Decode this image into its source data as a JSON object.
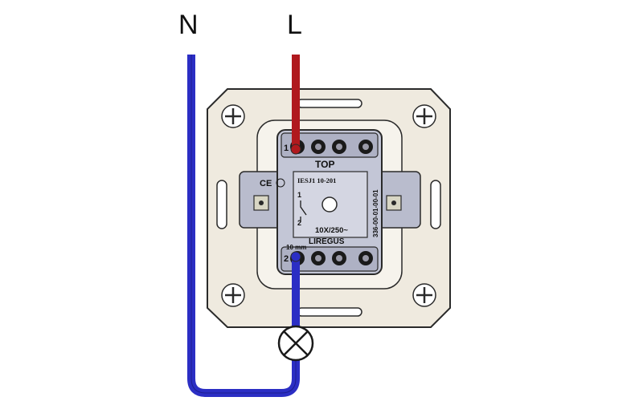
{
  "labels": {
    "neutral": "N",
    "live": "L"
  },
  "switch": {
    "top_label": "TOP",
    "model": "IESJ1 10-201",
    "rating": "10X/250~",
    "brand": "LIREGUS",
    "strip_length": "10 mm",
    "terminal_1": "1",
    "terminal_2": "2",
    "symbol_1": "1",
    "symbol_2": "2",
    "serial": "336-00-01-00-01",
    "ce_mark": "CE"
  },
  "colors": {
    "neutral_wire": "#2b2ec4",
    "live_wire": "#b0191e",
    "frame": "#efeadf",
    "body": "#c3c6d6",
    "outline": "#2a2a2a"
  },
  "icons": [
    "lamp-icon",
    "ce-mark-icon",
    "switch-symbol-icon"
  ]
}
